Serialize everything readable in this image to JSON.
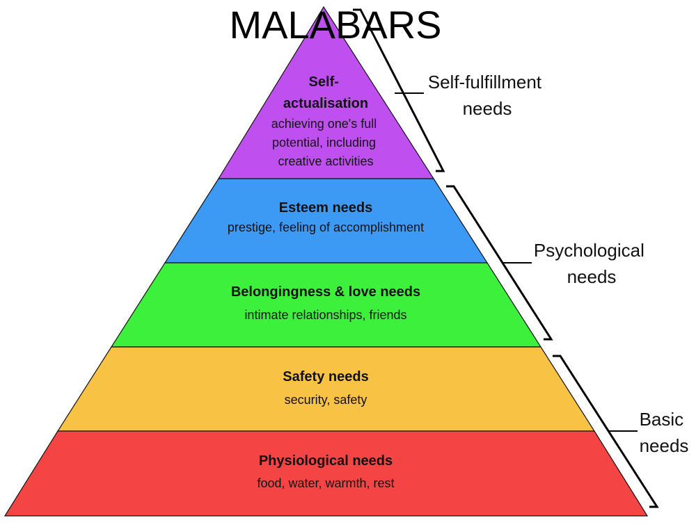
{
  "title": "MALABARS",
  "colors": {
    "self_actualisation": "#c04ff0",
    "esteem": "#3c9af5",
    "belonging": "#3cf03c",
    "safety": "#f8c244",
    "physiological": "#f44444"
  },
  "tiers": [
    {
      "key": "self_actualisation",
      "title_lines": [
        "Self-",
        "actualisation"
      ],
      "desc_lines": [
        "achieving one's full",
        "potential, including",
        "creative activities"
      ]
    },
    {
      "key": "esteem",
      "title_lines": [
        "Esteem needs"
      ],
      "desc_lines": [
        "prestige, feeling of accomplishment"
      ]
    },
    {
      "key": "belonging",
      "title_lines": [
        "Belongingness & love needs"
      ],
      "desc_lines": [
        "intimate relationships, friends"
      ]
    },
    {
      "key": "safety",
      "title_lines": [
        "Safety needs"
      ],
      "desc_lines": [
        "security, safety"
      ]
    },
    {
      "key": "physiological",
      "title_lines": [
        "Physiological needs"
      ],
      "desc_lines": [
        "food, water, warmth, rest"
      ]
    }
  ],
  "groups": [
    {
      "lines": [
        "Self-fulfillment",
        "needs"
      ]
    },
    {
      "lines": [
        "Psychological",
        "needs"
      ]
    },
    {
      "lines": [
        "Basic",
        "needs"
      ]
    }
  ]
}
